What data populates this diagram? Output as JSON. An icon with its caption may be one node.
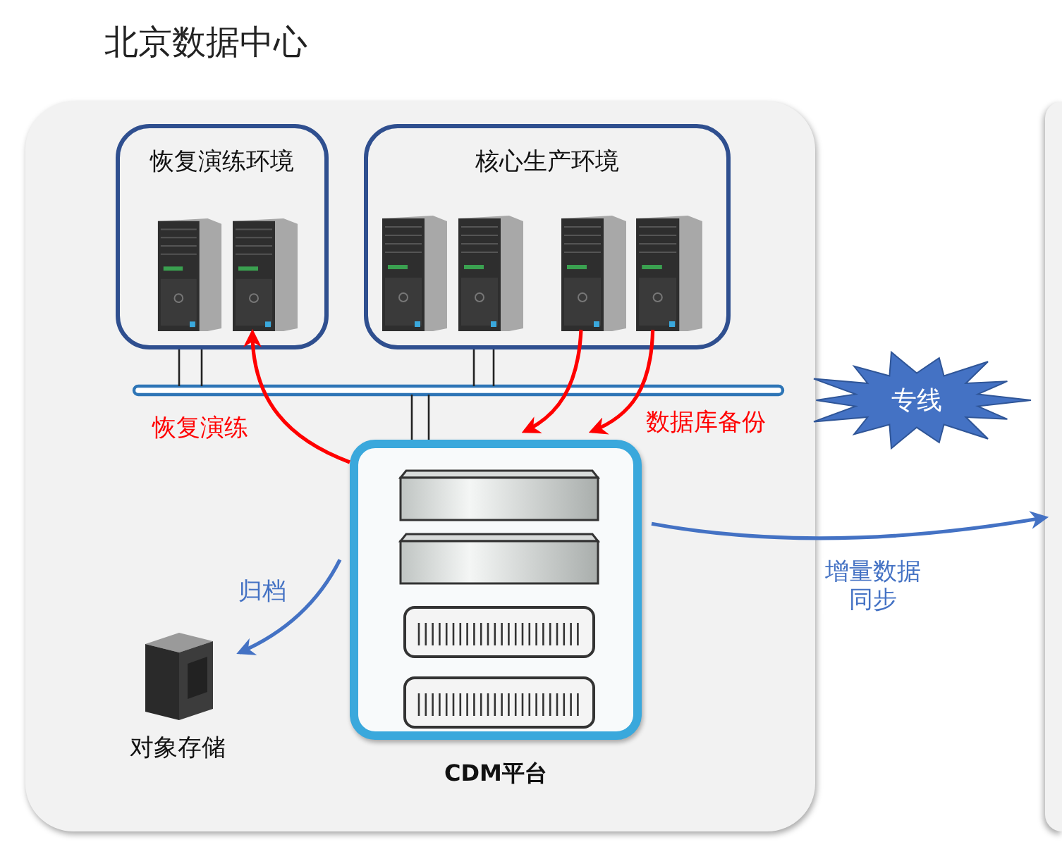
{
  "diagram": {
    "nodes": [
      {
        "text": [
          "北京数据中心"
        ]
      },
      {
        "text": [
          "恢复演练环境"
        ],
        "in": 0
      },
      {
        "text": [],
        "shape": "picture",
        "in": 1
      },
      {
        "text": [],
        "shape": "picture",
        "in": 1
      },
      {
        "text": [
          "核心生产环境"
        ],
        "in": 0
      },
      {
        "text": [],
        "shape": "picture",
        "in": 4
      },
      {
        "text": [],
        "shape": "picture",
        "in": 4
      },
      {
        "text": [],
        "shape": "picture",
        "in": 4
      },
      {
        "text": [],
        "shape": "picture",
        "in": 4
      },
      {
        "text": [
          "CDM平台"
        ],
        "in": 0
      },
      {
        "text": [
          "对象存储"
        ],
        "in": 0
      },
      {
        "text": [
          "专线"
        ]
      },
      {
        "text": [],
        "shape": "box"
      }
    ],
    "edges": [
      {
        "from": 9,
        "to": 3,
        "arrow": "to",
        "label": "恢复演练",
        "color": "#ff0000"
      },
      {
        "from": 7,
        "to": 9,
        "arrow": "to",
        "color": "#ff0000"
      },
      {
        "from": 8,
        "to": 9,
        "arrow": "to",
        "label": "数据库备份",
        "color": "#ff0000"
      },
      {
        "from": 9,
        "to": 10,
        "arrow": "to",
        "label": "归档",
        "color": "#4472c4"
      },
      {
        "from": 9,
        "to": 12,
        "arrow": "to",
        "label": "增量数据同步",
        "color": "#4472c4"
      }
    ]
  }
}
